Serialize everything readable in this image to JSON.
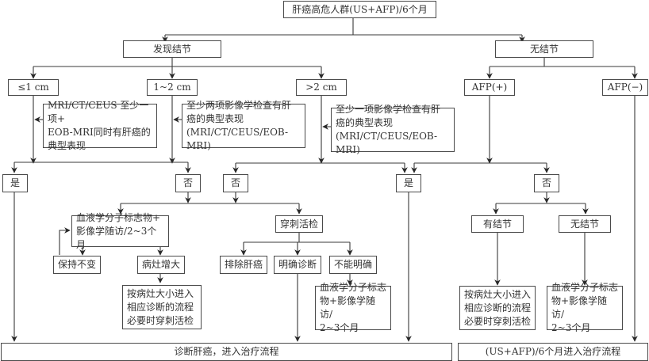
{
  "diagram": {
    "nodes": {
      "root": "肝癌高危人群(US+AFP)/6个月",
      "found_nodule": "发现结节",
      "no_nodule": "无结节",
      "size_le1": "≤1 cm",
      "size_1to2": "1~2 cm",
      "size_gt2": ">2 cm",
      "afp_pos": "AFP(+)",
      "afp_neg": "AFP(−)",
      "crit_le1": "MRI/CT/CEUS 至少一项+\nEOB-MRI同时有肝癌的\n典型表现",
      "crit_1to2": "至少两项影像学检查有肝\n癌的典型表现\n(MRI/CT/CEUS/EOB-MRI)",
      "crit_gt2": "至少一项影像学检查有肝\n癌的典型表现\n(MRI/CT/CEUS/EOB-MRI)",
      "yes_left": "是",
      "no_mid1": "否",
      "no_mid2": "否",
      "yes_mid": "是",
      "no_right": "否",
      "followup_mid": "血液学分子标志物+\n影像学随访/2~3个月",
      "biopsy": "穿刺活检",
      "has_nodule": "有结节",
      "no_nodule2": "无结节",
      "unchanged": "保持不变",
      "enlarged": "病灶增大",
      "exclude_hcc": "排除肝癌",
      "confirmed": "明确诊断",
      "unclear": "不能明确",
      "flow_by_size_left": "按病灶大小进入\n相应诊断的流程\n必要时穿刺活检",
      "followup_unclear": "血液学分子标志\n物+影像学随访/\n2~3个月",
      "flow_by_size_right": "按病灶大小进入\n相应诊断的流程\n必要时穿刺活检",
      "followup_right": "血液学分子标志\n物+影像学随访/\n2~3个月",
      "diagnose_hcc": "诊断肝癌，进入治疗流程",
      "surveil": "(US+AFP)/6个月进入治疗流程"
    }
  }
}
